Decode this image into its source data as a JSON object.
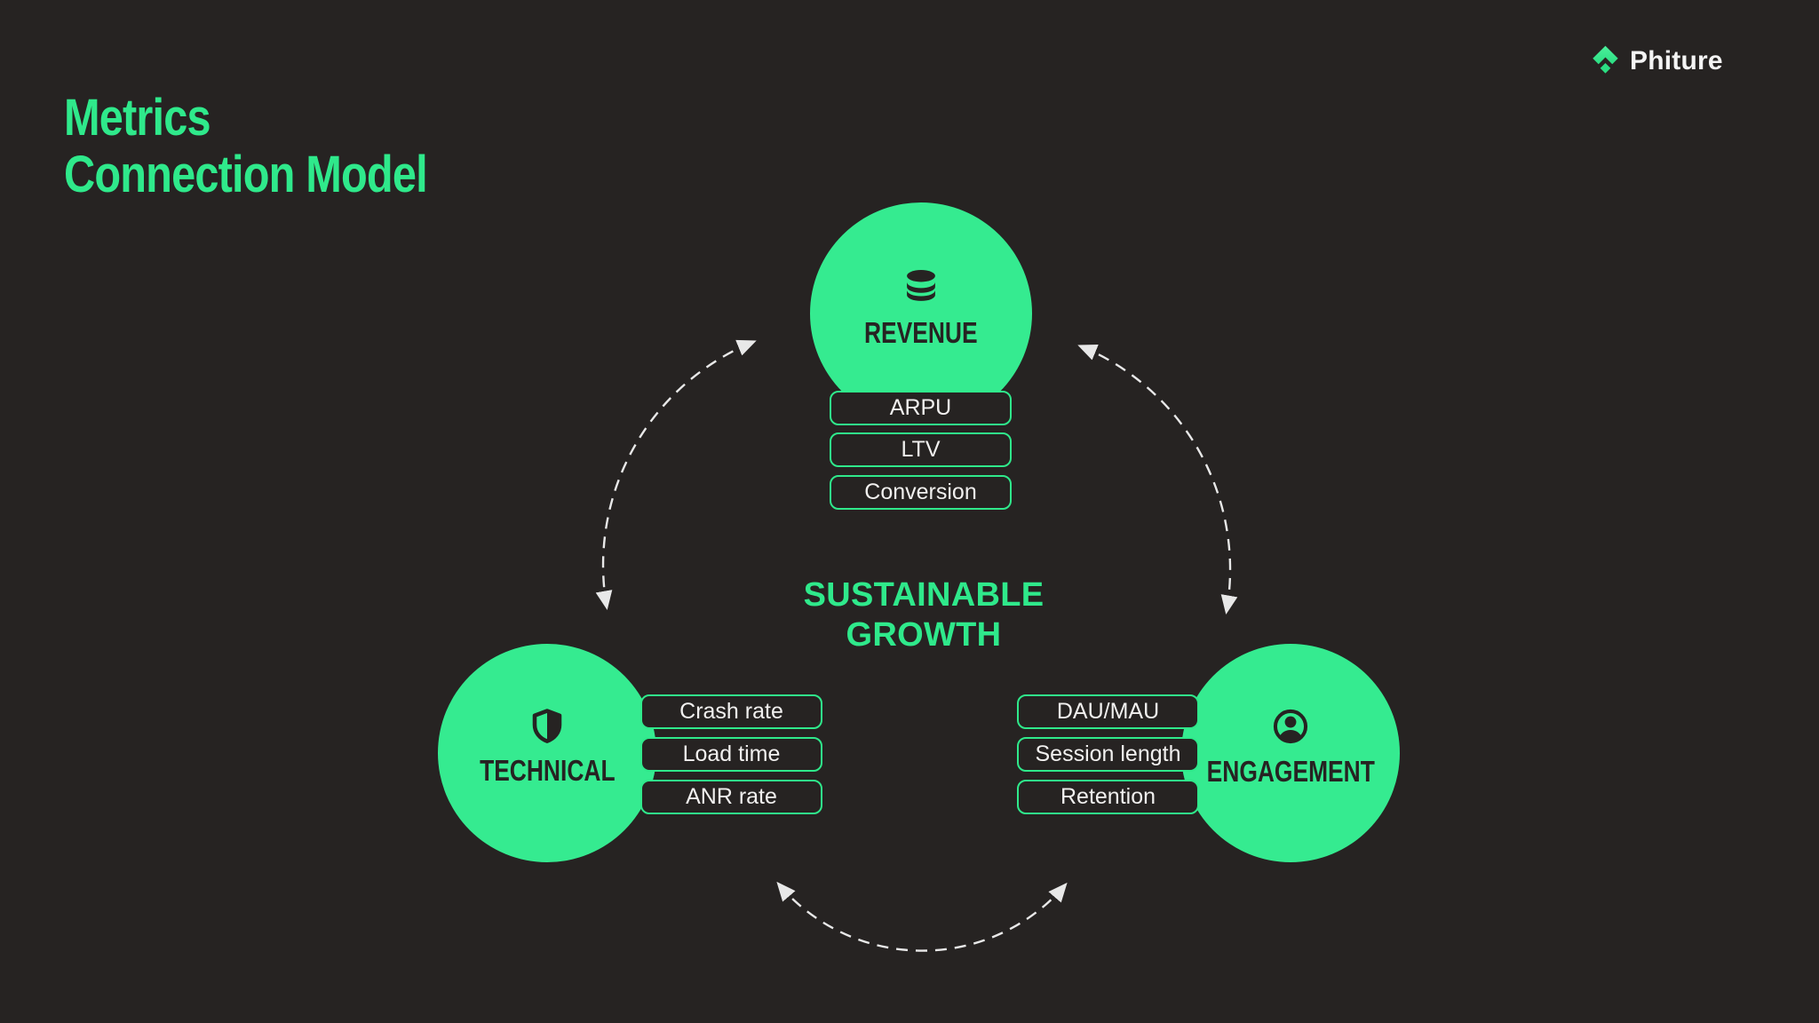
{
  "slide_title": {
    "line1": "Metrics",
    "line2": "Connection Model"
  },
  "brand": {
    "name": "Phiture"
  },
  "center": {
    "line1": "SUSTAINABLE",
    "line2": "GROWTH"
  },
  "nodes": [
    {
      "label": "REVENUE",
      "icon": "database-icon",
      "metrics": [
        "ARPU",
        "LTV",
        "Conversion"
      ]
    },
    {
      "label": "TECHNICAL",
      "icon": "shield-icon",
      "metrics": [
        "Crash rate",
        "Load time",
        "ANR rate"
      ]
    },
    {
      "label": "ENGAGEMENT",
      "icon": "user-circle-icon",
      "metrics": [
        "DAU/MAU",
        "Session length",
        "Retention"
      ]
    }
  ],
  "colors": {
    "background": "#262322",
    "accent": "#2FE98B",
    "circle_fill": "#35EB90",
    "dark_text": "#262322",
    "pill_text": "#F1F0EF",
    "arrow": "#E8E8E8"
  }
}
